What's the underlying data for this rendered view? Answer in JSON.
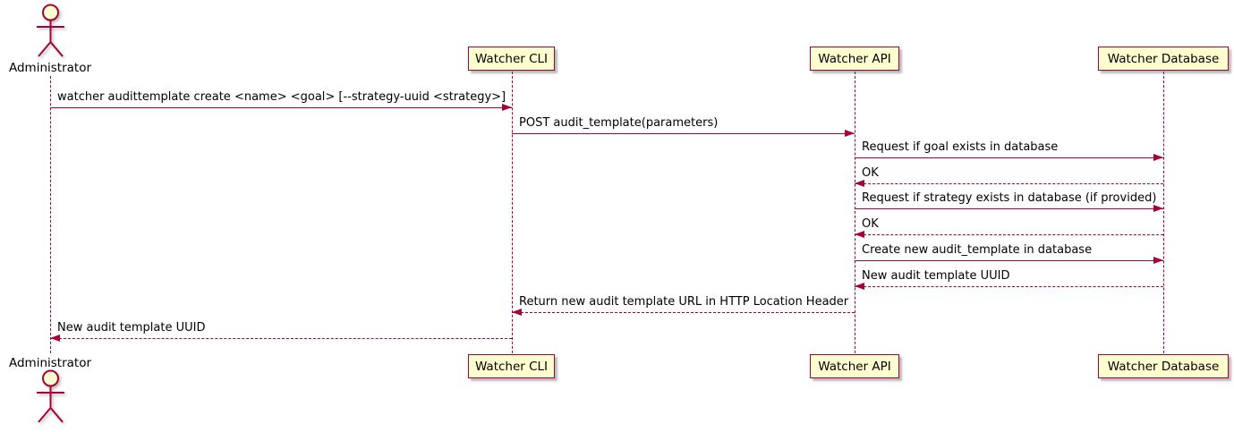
{
  "diagram": {
    "type": "sequence",
    "colors": {
      "accent": "#A80036",
      "participant_fill": "#FEFECE",
      "text": "#000000",
      "background": "#FFFFFF"
    },
    "participants": [
      {
        "id": "administrator",
        "label": "Administrator",
        "kind": "actor"
      },
      {
        "id": "watcher-cli",
        "label": "Watcher CLI",
        "kind": "participant"
      },
      {
        "id": "watcher-api",
        "label": "Watcher API",
        "kind": "participant"
      },
      {
        "id": "watcher-db",
        "label": "Watcher Database",
        "kind": "participant"
      }
    ],
    "messages": [
      {
        "from": "administrator",
        "to": "watcher-cli",
        "label": "watcher audittemplate create <name> <goal> [--strategy-uuid <strategy>]",
        "line": "solid"
      },
      {
        "from": "watcher-cli",
        "to": "watcher-api",
        "label": "POST audit_template(parameters)",
        "line": "solid"
      },
      {
        "from": "watcher-api",
        "to": "watcher-db",
        "label": "Request if goal exists in database",
        "line": "solid"
      },
      {
        "from": "watcher-db",
        "to": "watcher-api",
        "label": "OK",
        "line": "dashed"
      },
      {
        "from": "watcher-api",
        "to": "watcher-db",
        "label": "Request if strategy exists in database (if provided)",
        "line": "solid"
      },
      {
        "from": "watcher-db",
        "to": "watcher-api",
        "label": "OK",
        "line": "dashed"
      },
      {
        "from": "watcher-api",
        "to": "watcher-db",
        "label": "Create new audit_template in database",
        "line": "solid"
      },
      {
        "from": "watcher-db",
        "to": "watcher-api",
        "label": "New audit template UUID",
        "line": "dashed"
      },
      {
        "from": "watcher-api",
        "to": "watcher-cli",
        "label": "Return new audit template URL in HTTP Location Header",
        "line": "dashed"
      },
      {
        "from": "watcher-cli",
        "to": "administrator",
        "label": "New audit template UUID",
        "line": "dashed"
      }
    ]
  }
}
